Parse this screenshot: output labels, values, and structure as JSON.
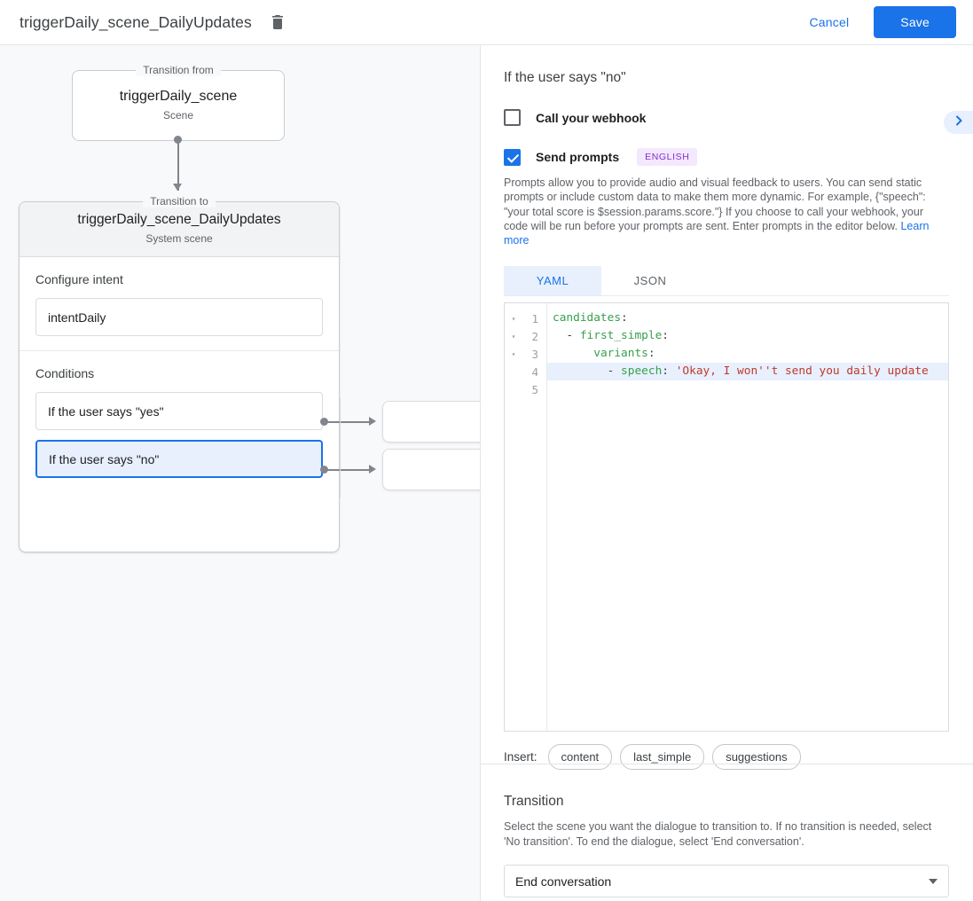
{
  "topbar": {
    "title": "triggerDaily_scene_DailyUpdates",
    "delete_icon": "trash-icon",
    "cancel_label": "Cancel",
    "save_label": "Save"
  },
  "canvas": {
    "from_legend": "Transition from",
    "from_node": {
      "title": "triggerDaily_scene",
      "subtitle": "Scene"
    },
    "to_legend": "Transition to",
    "to_node": {
      "title": "triggerDaily_scene_DailyUpdates",
      "subtitle": "System scene"
    },
    "intent_section": {
      "label": "Configure intent",
      "value": "intentDaily"
    },
    "conditions_section": {
      "label": "Conditions",
      "items": [
        {
          "label": "If the user says \"yes\"",
          "selected": false
        },
        {
          "label": "If the user says \"no\"",
          "selected": true
        }
      ]
    }
  },
  "panel": {
    "heading": "If the user says \"no\"",
    "expand_icon": "chevron-right-icon",
    "webhook": {
      "label": "Call your webhook",
      "checked": false
    },
    "prompts": {
      "label": "Send prompts",
      "checked": true,
      "language_badge": "ENGLISH",
      "help_text": "Prompts allow you to provide audio and visual feedback to users. You can send static prompts or include custom data to make them more dynamic. For example, {\"speech\": \"your total score is $session.params.score.\"} If you choose to call your webhook, your code will be run before your prompts are sent. Enter prompts in the editor below. ",
      "help_link": "Learn more"
    },
    "format_tabs": [
      {
        "label": "YAML",
        "active": true
      },
      {
        "label": "JSON",
        "active": false
      }
    ],
    "editor": {
      "lines": [
        {
          "num": "1",
          "fold": "▾",
          "highlight": false,
          "tokens": [
            {
              "t": "candidates",
              "c": "tok-key"
            },
            {
              "t": ":",
              "c": "tok-punct"
            }
          ]
        },
        {
          "num": "2",
          "fold": "▾",
          "highlight": false,
          "tokens": [
            {
              "t": "  - ",
              "c": "tok-dash"
            },
            {
              "t": "first_simple",
              "c": "tok-key"
            },
            {
              "t": ":",
              "c": "tok-punct"
            }
          ]
        },
        {
          "num": "3",
          "fold": "▾",
          "highlight": false,
          "tokens": [
            {
              "t": "      ",
              "c": "tok-dash"
            },
            {
              "t": "variants",
              "c": "tok-key"
            },
            {
              "t": ":",
              "c": "tok-punct"
            }
          ]
        },
        {
          "num": "4",
          "fold": "",
          "highlight": true,
          "tokens": [
            {
              "t": "        - ",
              "c": "tok-dash"
            },
            {
              "t": "speech",
              "c": "tok-key"
            },
            {
              "t": ": ",
              "c": "tok-punct"
            },
            {
              "t": "'Okay, I won''t send you daily update",
              "c": "tok-str"
            }
          ]
        },
        {
          "num": "5",
          "fold": "",
          "highlight": false,
          "tokens": []
        }
      ]
    },
    "insert": {
      "label": "Insert:",
      "chips": [
        "content",
        "last_simple",
        "suggestions"
      ]
    },
    "transition": {
      "title": "Transition",
      "description": "Select the scene you want the dialogue to transition to. If no transition is needed, select 'No transition'. To end the dialogue, select 'End conversation'.",
      "selected_value": "End conversation",
      "caret_icon": "chevron-down-icon"
    }
  },
  "colors": {
    "accent": "#1a73e8",
    "accent_light": "#e8f0fe",
    "canvas_bg": "#f8f9fa",
    "badge_bg": "#f3e8fd",
    "badge_fg": "#8430ce",
    "code_key": "#37a04d",
    "code_string": "#c0392b"
  }
}
